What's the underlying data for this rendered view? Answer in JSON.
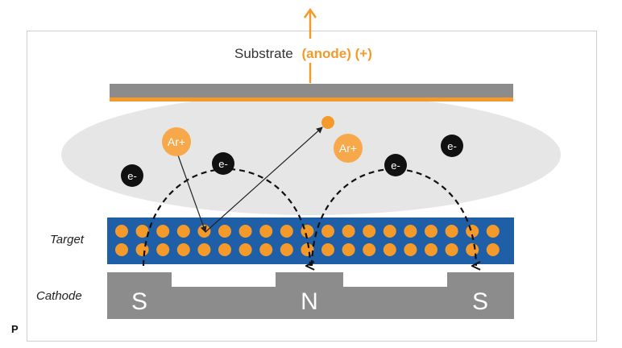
{
  "substrate": {
    "label": "Substrate",
    "anode": "(anode) (+)"
  },
  "labels": {
    "target": "Target",
    "cathode": "Cathode"
  },
  "magnets": [
    "S",
    "N",
    "S"
  ],
  "particles": {
    "ion": "Ar+",
    "electron": "e-"
  },
  "corner_label": "P",
  "colors": {
    "orange": "#f39a2b",
    "ion_orange": "#f7a84a",
    "target_blue": "#1f5fa8",
    "plasma_gray": "#e6e6e6",
    "magnet_gray": "#8c8c8c",
    "electron_black": "#111111"
  }
}
